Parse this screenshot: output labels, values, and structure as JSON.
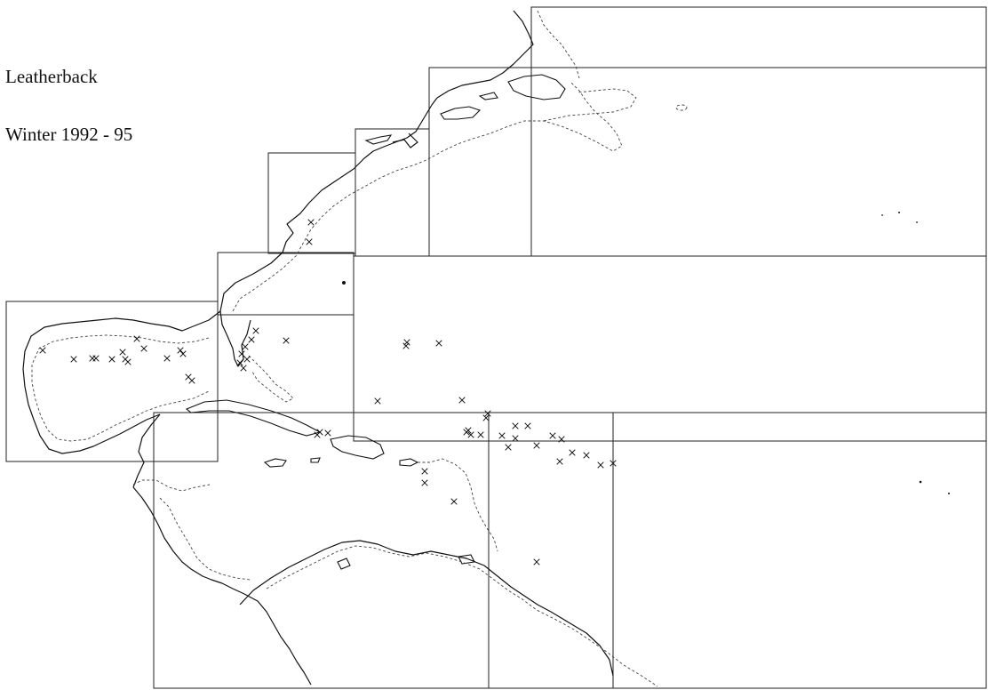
{
  "title": {
    "species": "Leatherback",
    "period": "Winter 1992 - 95"
  },
  "legend": {
    "marker_icon": "cross-mark-icon",
    "coastline": "solid",
    "depth_contour": "dashed"
  },
  "colors": {
    "ink": "#111111",
    "background": "#ffffff"
  }
}
